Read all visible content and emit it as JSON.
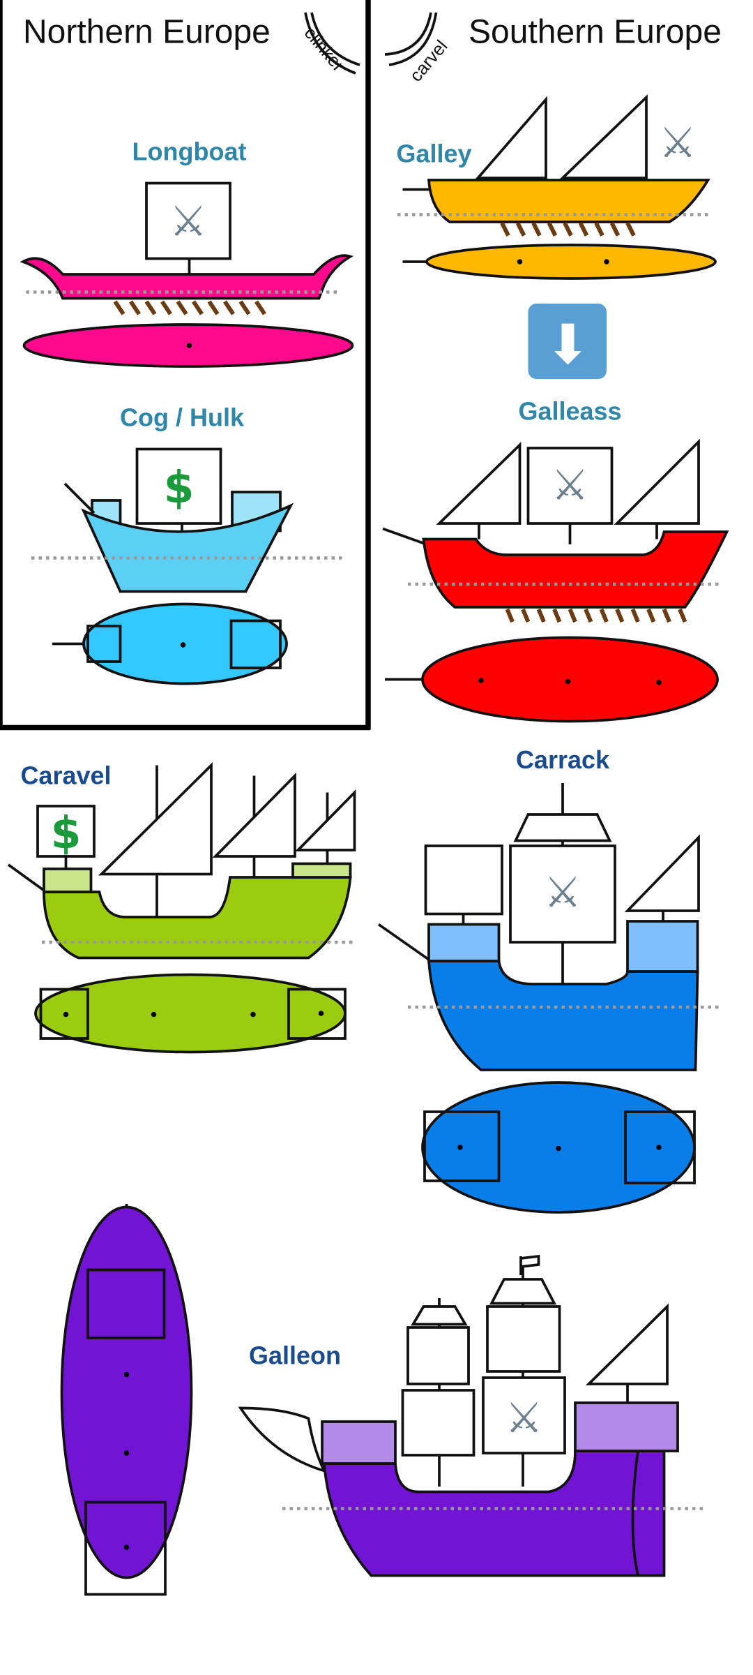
{
  "header": {
    "north": "Northern Europe",
    "south": "Southern Europe",
    "clinker": "clinker",
    "carvel": "carvel"
  },
  "ships": {
    "longboat": {
      "name": "Longboat",
      "icon": "crossed-swords-icon",
      "color": "#ff0a8c"
    },
    "cog": {
      "name": "Cog / Hulk",
      "icon": "dollar-icon",
      "color": "#5ccff5"
    },
    "galley": {
      "name": "Galley",
      "icon": "crossed-swords-icon",
      "color": "#ffb800"
    },
    "galleass": {
      "name": "Galleass",
      "icon": "crossed-swords-icon",
      "color": "#ff0000"
    },
    "caravel": {
      "name": "Caravel",
      "icon": "dollar-icon",
      "color": "#9ccc0f"
    },
    "carrack": {
      "name": "Carrack",
      "icon": "crossed-swords-icon",
      "color": "#0a7ee8"
    },
    "galleon": {
      "name": "Galleon",
      "icon": "crossed-swords-icon",
      "color": "#7214d4"
    }
  },
  "glyphs": {
    "swords": "⚔",
    "dollar": "$",
    "down_arrow": "⬇"
  }
}
